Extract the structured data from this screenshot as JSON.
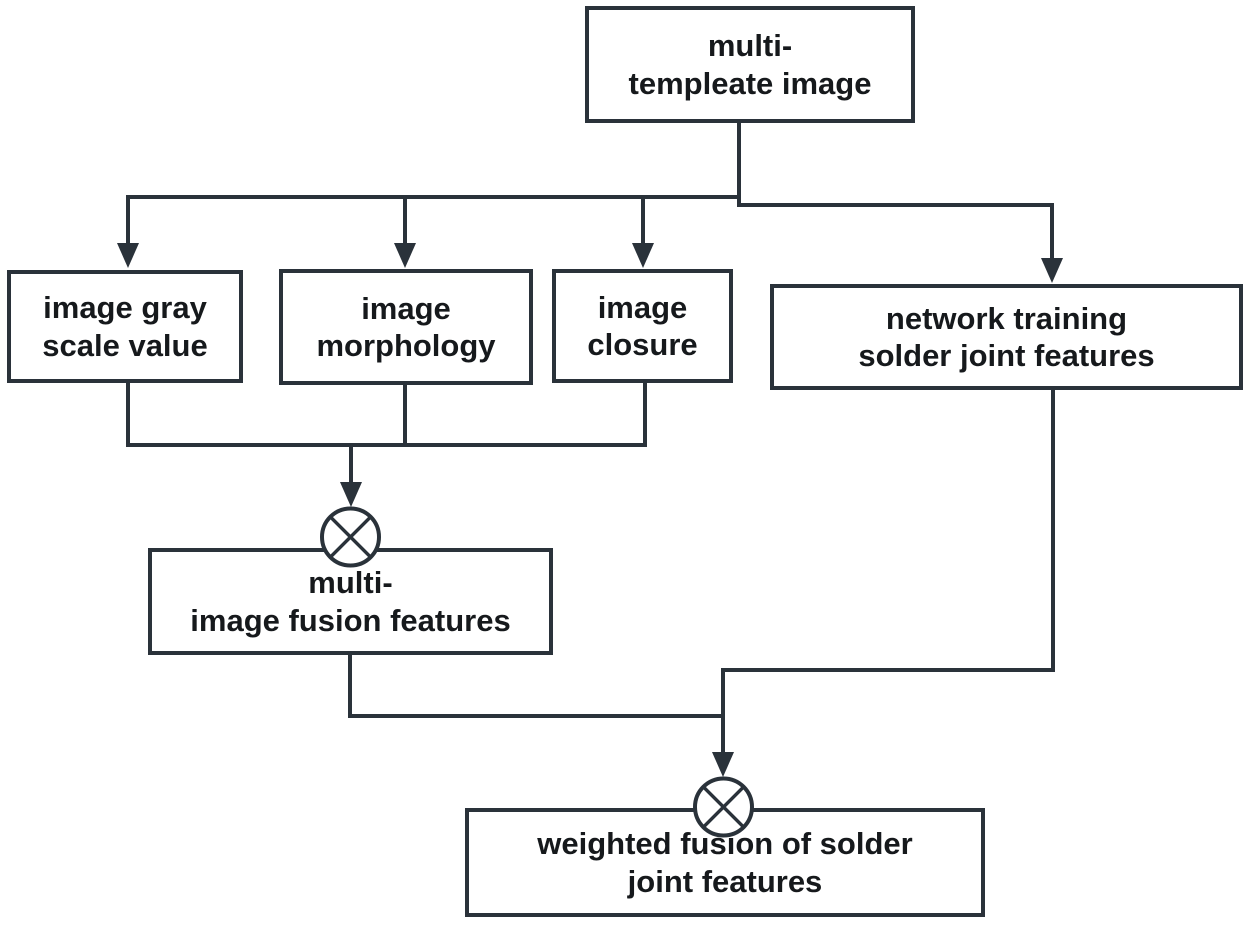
{
  "diagram": {
    "title": "solder joint feature fusion flowchart",
    "nodes": {
      "template": {
        "label": "multi-\ntempleate image"
      },
      "gray": {
        "label": "image gray\nscale value"
      },
      "morphology": {
        "label": "image\nmorphology"
      },
      "closure": {
        "label": "image\nclosure"
      },
      "network": {
        "label": "network training\nsolder joint features"
      },
      "fusion": {
        "label": "multi-\nimage fusion features"
      },
      "weighted": {
        "label": "weighted fusion of solder\njoint features"
      }
    },
    "operators": [
      {
        "id": "fusion-operator-1",
        "symbol": "circle-cross"
      },
      {
        "id": "fusion-operator-2",
        "symbol": "circle-cross"
      }
    ],
    "colors": {
      "line": "#2a323a",
      "text": "#16191c",
      "background": "#ffffff"
    }
  }
}
